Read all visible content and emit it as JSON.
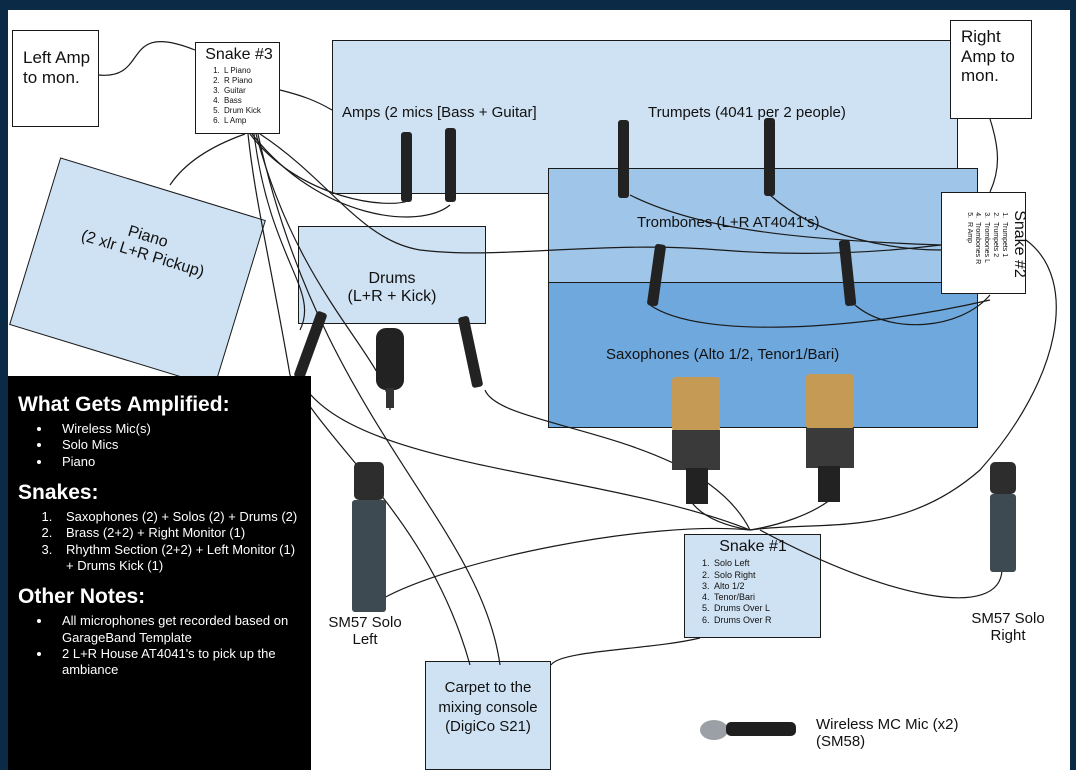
{
  "left_amp": {
    "label": "Left Amp to mon."
  },
  "right_amp": {
    "label": "Right Amp to mon."
  },
  "snake3": {
    "title": "Snake #3",
    "items": [
      "L Piano",
      "R Piano",
      "Guitar",
      "Bass",
      "Drum Kick",
      "L Amp"
    ]
  },
  "snake2": {
    "title": "Snake #2",
    "items": [
      "Trumpets 1",
      "Trumpets 2",
      "Trombones L",
      "Trombones R",
      "R Amp"
    ]
  },
  "snake1": {
    "title": "Snake #1",
    "items": [
      "Solo Left",
      "Solo Right",
      "Alto 1/2",
      "Tenor/Bari",
      "Drums Over L",
      "Drums Over R"
    ]
  },
  "amps": {
    "label": "Amps (2 mics [Bass + Guitar]"
  },
  "trumpets": {
    "label": "Trumpets (4041 per 2 people)"
  },
  "trombones": {
    "label": "Trombones (L+R AT4041's)"
  },
  "saxophones": {
    "label": "Saxophones (Alto 1/2, Tenor1/Bari)"
  },
  "piano": {
    "label_line1": "Piano",
    "label_line2": "(2 xlr L+R Pickup)"
  },
  "drums": {
    "label_line1": "Drums",
    "label_line2": "(L+R + Kick)"
  },
  "sm57_left": {
    "label_line1": "SM57 Solo",
    "label_line2": "Left"
  },
  "sm57_right": {
    "label_line1": "SM57 Solo",
    "label_line2": "Right"
  },
  "carpet": {
    "label": "Carpet to the mixing console (DigiCo S21)"
  },
  "wireless": {
    "label_line1": "Wireless MC Mic (x2)",
    "label_line2": "(SM58)"
  },
  "notes": {
    "amplified_title": "What Gets Amplified:",
    "amplified_items": [
      "Wireless Mic(s)",
      "Solo Mics",
      "Piano"
    ],
    "snakes_title": "Snakes:",
    "snakes_items": [
      "Saxophones (2) + Solos (2) + Drums (2)",
      "Brass (2+2) + Right Monitor (1)",
      "Rhythm Section (2+2) + Left Monitor (1) + Drums Kick (1)"
    ],
    "other_title": "Other Notes:",
    "other_items": [
      "All microphones get recorded based on GarageBand Template",
      "2 L+R House AT4041's to pick up the ambiance"
    ]
  },
  "colors": {
    "frame": "#0b2a45",
    "light_zone": "#cfe2f3",
    "mid_zone": "#9fc5e8",
    "dark_zone": "#6fa8dc"
  }
}
